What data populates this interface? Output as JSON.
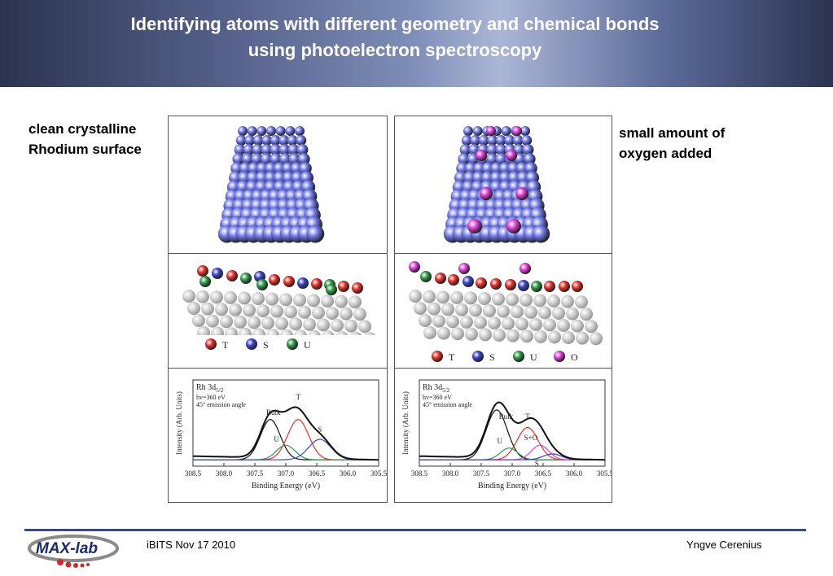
{
  "slide": {
    "title_line1": "Identifying atoms with different geometry and chemical bonds",
    "title_line2": "using photoelectron spectroscopy"
  },
  "captions": {
    "left_line1": "clean crystalline",
    "left_line2": "Rhodium surface",
    "right_line1": "small amount of",
    "right_line2": "oxygen added"
  },
  "legend_left": [
    "T",
    "S",
    "U"
  ],
  "legend_right": [
    "T",
    "S",
    "U",
    "O"
  ],
  "colors": {
    "T": "#e8312a",
    "S": "#3a44c8",
    "U": "#2e9a45",
    "O": "#e040d8",
    "substrate": "#d6d6d6",
    "top_atom": "#6f78e6"
  },
  "spectrum": {
    "label_rh": "Rh 3d",
    "label_sub": "5/2",
    "hv": "hv=360 eV",
    "angle": "45° emission angle",
    "ylabel": "Intensity (Arb. Units)",
    "xlabel": "Binding Energy (eV)",
    "ticks": [
      "308.5",
      "308.0",
      "307.5",
      "307.0",
      "306.5",
      "306.0",
      "305.5"
    ],
    "left_peaks": {
      "bulk": "Bulk",
      "t": "T",
      "u": "U",
      "s": "S"
    },
    "right_peaks": {
      "bulk": "Bulk",
      "t": "T",
      "u": "U",
      "so": "S+O",
      "s": "S"
    }
  },
  "footer": {
    "logo": "MAX-lab",
    "event": "iBITS Nov 17 2010",
    "author": "Yngve Cerenius"
  }
}
